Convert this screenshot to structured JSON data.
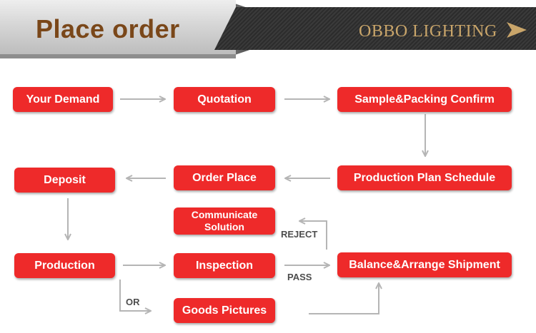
{
  "header": {
    "title": "Place order",
    "brand": "OBBO LIGHTING",
    "colors": {
      "title": "#7a4719",
      "brand": "#c9a56a",
      "box": "#ee2a2a",
      "arrow": "#bbbbbb"
    }
  },
  "flow": {
    "your_demand": "Your Demand",
    "quotation": "Quotation",
    "sample_packing_confirm": "Sample&Packing Confirm",
    "deposit": "Deposit",
    "order_place": "Order Place",
    "production_plan_schedule": "Production Plan Schedule",
    "communicate_line1": "Communicate",
    "communicate_line2": "Solution",
    "production": "Production",
    "inspection": "Inspection",
    "balance_arrange_shipment": "Balance&Arrange Shipment",
    "goods_pictures": "Goods Pictures"
  },
  "labels": {
    "reject": "REJECT",
    "pass": "PASS",
    "or": "OR"
  }
}
